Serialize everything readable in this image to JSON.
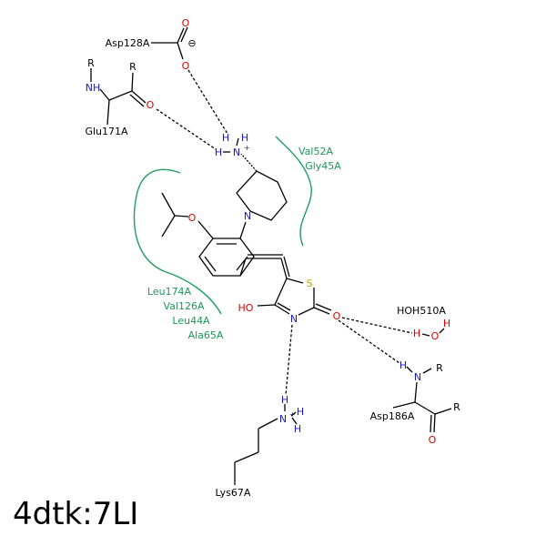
{
  "title": "4dtk:7LI",
  "residues": {
    "asp128": "Asp128A",
    "glu171": "Glu171A",
    "val52": "Val52A",
    "gly45": "Gly45A",
    "leu174": "Leu174A",
    "val126": "Val126A",
    "leu44": "Leu44A",
    "ala65": "Ala65A",
    "hoh510": "HOH510A",
    "asp186": "Asp186A",
    "lys67": "Lys67A"
  },
  "atoms": {
    "O": "O",
    "N": "N",
    "S": "S",
    "H": "H",
    "R": "R",
    "NH": "NH",
    "HO": "HO",
    "minus": "⊖",
    "plus": "+"
  },
  "colors": {
    "carbon": "#000000",
    "nitrogen": "#1a1acc",
    "oxygen": "#e00000",
    "sulfur": "#c8a000",
    "hydrophobic": "#1a9955"
  }
}
